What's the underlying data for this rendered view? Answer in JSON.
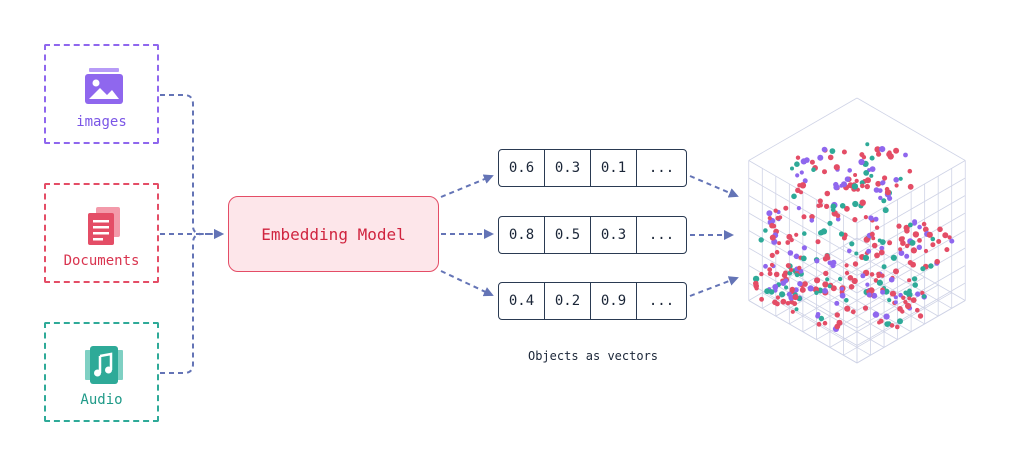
{
  "sources": {
    "images": {
      "label": "images",
      "icon": "image-icon",
      "color": "#8f67ee"
    },
    "documents": {
      "label": "Documents",
      "icon": "document-stack-icon",
      "color": "#e44d66"
    },
    "audio": {
      "label": "Audio",
      "icon": "music-note-icon",
      "color": "#2eaa98"
    }
  },
  "model": {
    "label": "Embedding Model"
  },
  "vectors": [
    {
      "cells": [
        "0.6",
        "0.3",
        "0.1",
        "..."
      ]
    },
    {
      "cells": [
        "0.8",
        "0.5",
        "0.3",
        "..."
      ]
    },
    {
      "cells": [
        "0.4",
        "0.2",
        "0.9",
        "..."
      ]
    }
  ],
  "caption": "Objects as vectors",
  "colors": {
    "connector": "#6474b6",
    "grid": "#cfd3e6",
    "points": [
      "#e44d66",
      "#8f67ee",
      "#2eaa98"
    ]
  }
}
